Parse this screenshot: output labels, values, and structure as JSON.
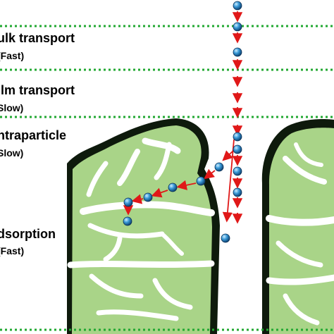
{
  "stages": [
    {
      "name": "ulk transport",
      "rate": "(Fast)"
    },
    {
      "name": "ilm transport",
      "rate": "Slow)"
    },
    {
      "name": "ntraparticle",
      "rate": "Slow)"
    },
    {
      "name": "dsorption",
      "rate": "(Fast)"
    }
  ],
  "colors": {
    "dashed_line": "#22a832",
    "particle_fill": "#2f8fd0",
    "arrow": "#e01818",
    "solid": "#a9d488",
    "solid_dark": "#0e1a0c"
  }
}
